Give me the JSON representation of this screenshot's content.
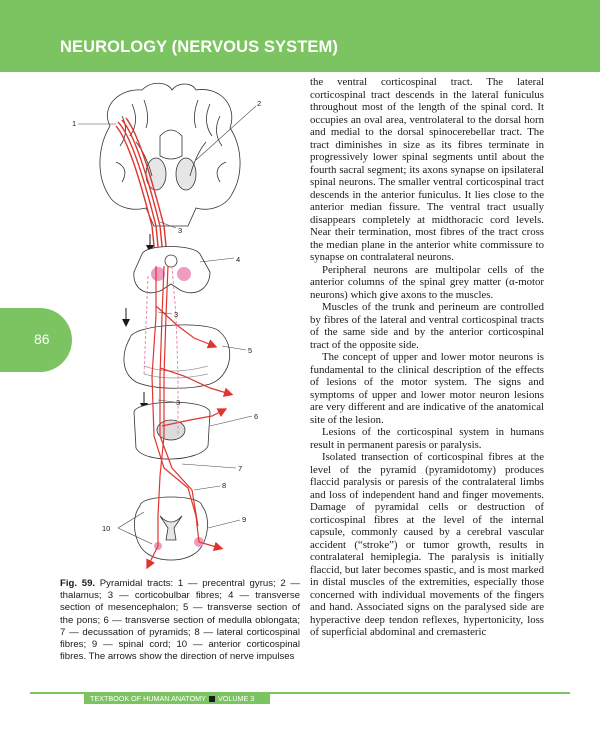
{
  "header": {
    "title": "NEUROLOGY (NERVOUS SYSTEM)"
  },
  "page_number": "86",
  "figure": {
    "labels": [
      "1",
      "2",
      "3",
      "4",
      "3",
      "5",
      "3",
      "6",
      "7",
      "8",
      "9",
      "10"
    ],
    "caption_lead": "Fig. 59.",
    "caption_body": " Pyramidal tracts: 1 — precentral gyrus; 2 — thalamus; 3 — corticobulbar fibres; 4 — transverse section of mesencephalon; 5 — transverse section of the pons; 6 — transverse section of medulla oblongata; 7 — decussation of pyramids; 8 — lateral corticospinal fibres; 9 — spinal cord; 10 — anterior corticospinal fibres. The arrows show the direction of nerve impulses"
  },
  "body_text": {
    "p1": "the ventral corticospinal tract. The lateral corticospinal tract descends in the lateral funiculus throughout most of the length of the spinal cord. It occupies an oval area, ventrolateral to the dorsal horn and medial to the dorsal spinocerebellar tract. The tract diminishes in size as its fibres terminate in progressively lower spinal segments until about the fourth sacral segment; its axons synapse on ipsilateral spinal neurons. The smaller ventral corticospinal tract descends in the anterior funiculus. It lies close to the anterior median fissure. The ventral tract usually disappears completely at midthoracic cord levels. Near their termination, most fibres of the tract cross the median plane in the anterior white commissure to synapse on contralateral neurons.",
    "p2": "Peripheral neurons are multipolar cells of the anterior columns of the spinal grey matter (α-motor neurons) which give axons to the muscles.",
    "p3": "Muscles of the trunk and perineum are controlled by fibres of the lateral and ventral corticospinal tracts of the same side and by the anterior corticospinal tract of the opposite side.",
    "p4": "The concept of upper and lower motor neurons is fundamental to the clinical description of the effects of lesions of the motor system. The signs and symptoms of upper and lower motor neuron lesions are very different and are indicative of the anatomical site of the lesion.",
    "p5": "Lesions of the corticospinal system in humans result in permanent paresis or paralysis.",
    "p6": "Isolated transection of corticospinal fibres at the level of the pyramid (pyramidotomy) produces flaccid paralysis or paresis of the contralateral limbs and loss of independent hand and finger movements. Damage of pyramidal cells or destruction of corticospinal fibres at the level of the internal capsule, commonly caused by a cerebral vascular accident (“stroke”) or tumor growth, results in contralateral hemiplegia. The paralysis is initially flaccid, but later becomes spastic, and is most marked in distal muscles of the extremities, especially those concerned with individual movements of the fingers and hand. Associated signs on the paralysed side are hyperactive deep tendon reflexes, hypertonicity, loss of superficial abdominal and cremasteric"
  },
  "footer": {
    "book": "TEXTBOOK OF HUMAN ANATOMY",
    "volume": "VOLUME 3"
  },
  "colors": {
    "accent_green": "#7cc461",
    "tract_red": "#e0352f",
    "tract_pink": "#e98ab4"
  }
}
